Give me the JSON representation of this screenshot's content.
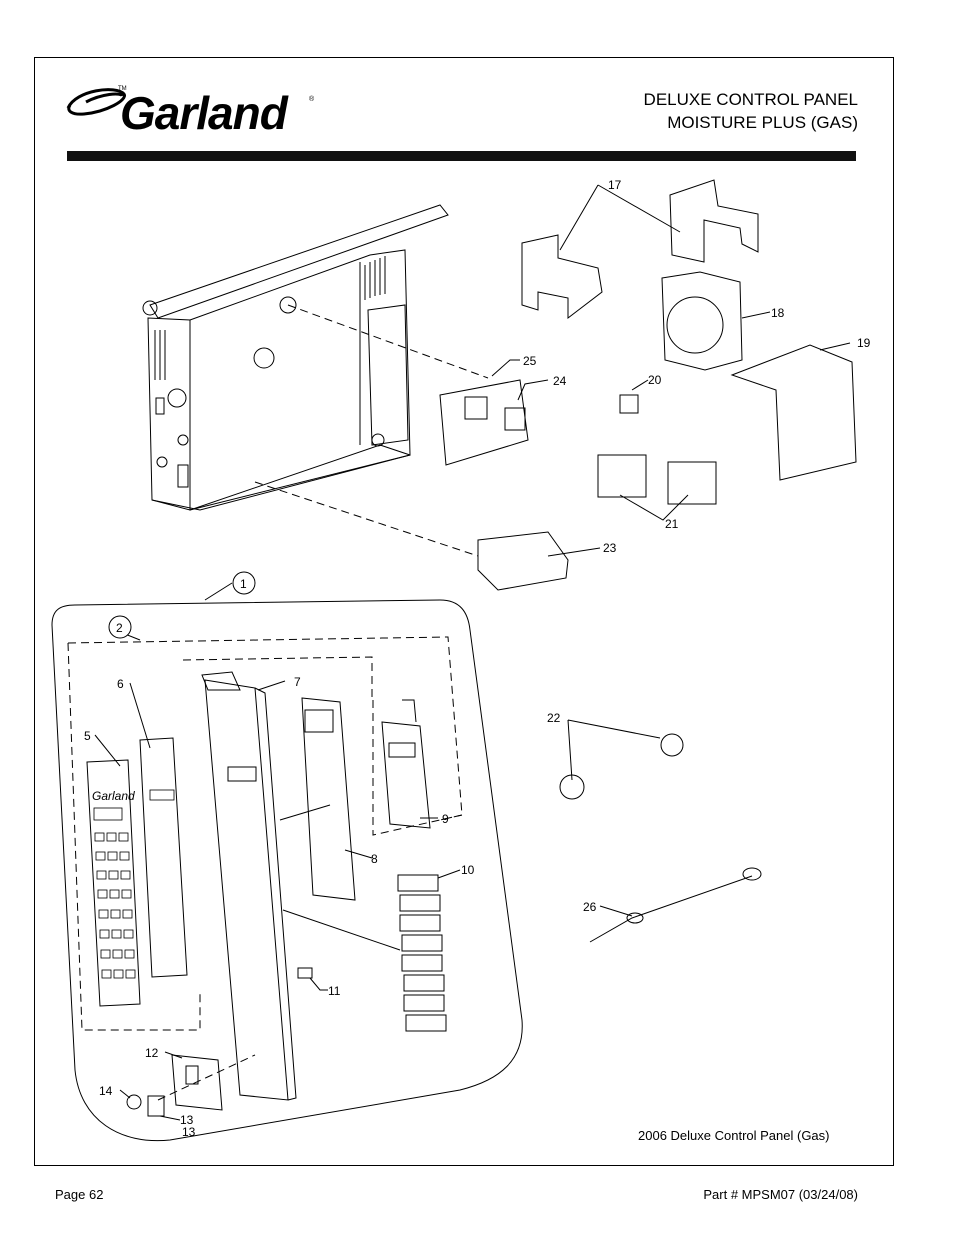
{
  "brand": {
    "name": "Garland",
    "tm": "TM",
    "reg": "®"
  },
  "header": {
    "title_line1": "DELUXE CONTROL PANEL",
    "title_line2": "MOISTURE PLUS (GAS)"
  },
  "caption": "2006 Deluxe Control Panel (Gas)",
  "footer": {
    "page_number": "Page 62",
    "part_number": "Part # MPSM07 (03/24/08)"
  },
  "callouts": [
    "1",
    "2",
    "5",
    "6",
    "7",
    "8",
    "9",
    "10",
    "11",
    "12",
    "13",
    "13",
    "14",
    "17",
    "18",
    "19",
    "20",
    "21",
    "22",
    "23",
    "24",
    "25",
    "26"
  ],
  "panel_brand": "Garland"
}
